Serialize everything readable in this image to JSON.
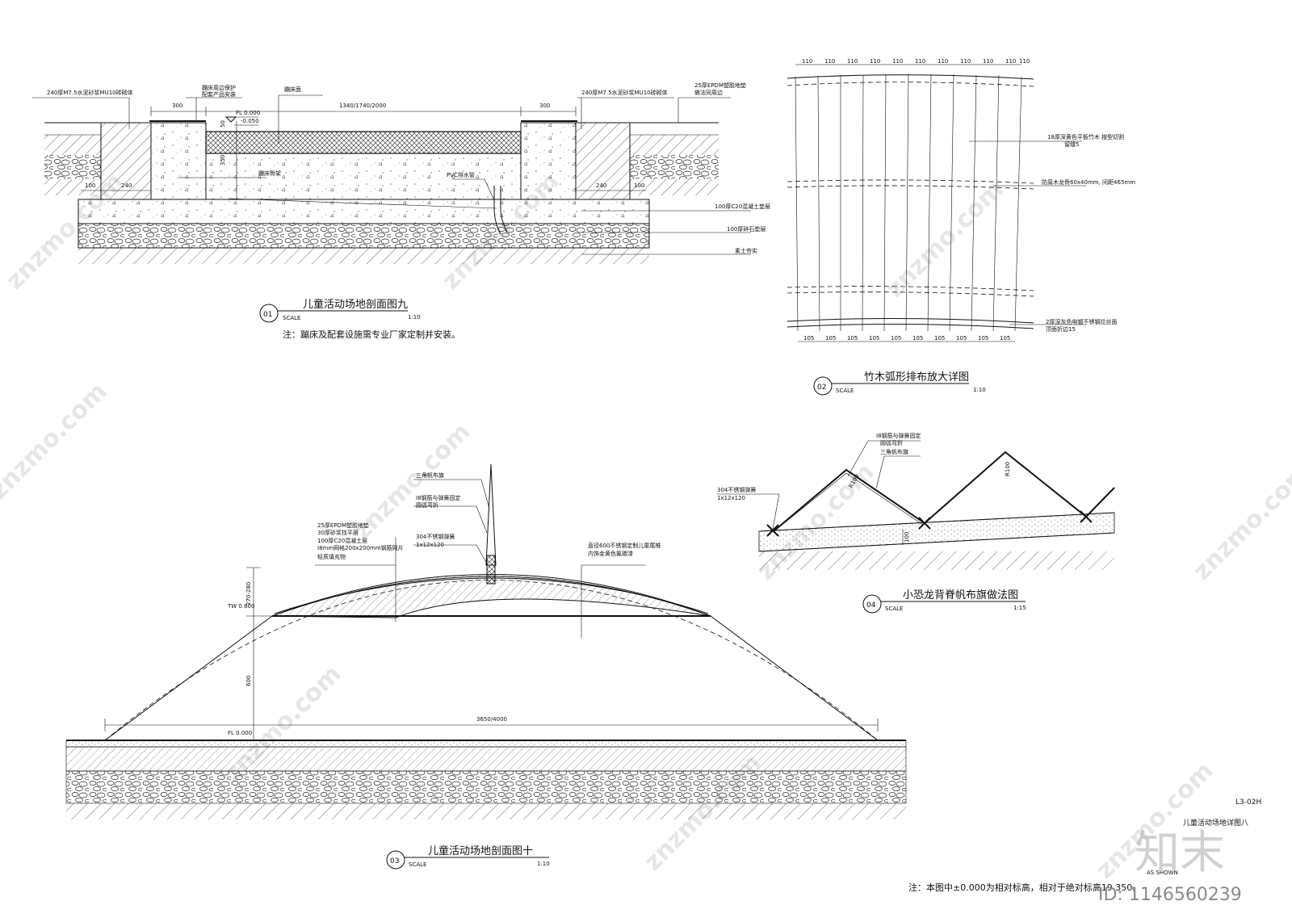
{
  "drawing": {
    "sheet_no": "L3-02H",
    "sheet_title": "儿童活动场地详图八",
    "scale_note": "AS SHOWN",
    "footer_note": "注：本图中±0.000为相对标高，相对于绝对标高19.350。",
    "logo_text": "知末",
    "id_text": "ID: 1146560239",
    "watermark": "znzmo.com"
  },
  "detail01": {
    "num": "01",
    "title": "儿童活动场地剖面图九",
    "scale_label": "SCALE",
    "scale": "1:10",
    "note": "注：蹦床及配套设施需专业厂家定制并安装。",
    "labels": {
      "wall_left": "240厚M7.5水泥砂浆MU10砖砌体",
      "edge_protect_1": "蹦床周边保护",
      "edge_protect_2": "配套产品安装",
      "trampoline_face": "蹦床面",
      "wall_right": "240厚M7.5水泥砂浆MU10砖砌体",
      "epdm_1": "25厚EPDM塑胶地垫",
      "epdm_2": "做法同周边",
      "frame": "蹦床骨架",
      "pvc": "PVC排水管",
      "concrete": "100厚C20混凝土垫层",
      "gravel": "100厚碎石垫层",
      "soil": "素土夯实"
    },
    "dims": {
      "left_300": "300",
      "mid": "1340/1740/2000",
      "right_300": "300",
      "d350": "350",
      "d50": "50",
      "left_240": "240",
      "left_100": "100",
      "right_240": "240",
      "right_100": "100",
      "fl": "FL 0.000",
      "fl2": "-0.050"
    }
  },
  "detail02": {
    "num": "02",
    "title": "竹木弧形排布放大详图",
    "scale_label": "SCALE",
    "scale": "1:10",
    "top_dims": [
      "110",
      "110",
      "110",
      "110",
      "110",
      "110",
      "110",
      "110",
      "110",
      "110",
      "110"
    ],
    "bottom_dims": [
      "105",
      "105",
      "105",
      "105",
      "105",
      "105",
      "105",
      "105",
      "105",
      "105"
    ],
    "labels": {
      "board_1": "18厚深黄色平板竹木  按型切割",
      "board_2": "留缝5",
      "keel": "防腐木龙骨60x40mm, 间距465mm",
      "steel_1": "2厚深灰色电镀不锈钢拉丝面",
      "steel_2": "顶面折边15"
    }
  },
  "detail03": {
    "num": "03",
    "title": "儿童活动场地剖面图十",
    "scale_label": "SCALE",
    "scale": "1:10",
    "labels": {
      "flag": "三角帆布旗",
      "rebar_1": "Ⅰ8钢筋与弹簧固定",
      "rebar_2": "圆弧弯折",
      "spring_1": "304不锈钢弹簧",
      "spring_2": "1x12x120",
      "epdm": "25厚EPDM塑胶地垫",
      "mortar": "30厚砂浆找平层",
      "concrete": "100厚C20混凝土层",
      "mesh": "Ⅰ8mm网格200x200mm钢筋网片",
      "fill": "轻质填充物",
      "tail_1": "直径600不锈钢定制儿童尾椎",
      "tail_2": "内饰金黄色氟碳漆"
    },
    "dims": {
      "tw": "TW 0.600",
      "d600": "600",
      "d_top": "270-280",
      "width": "3650/4000",
      "fl": "FL 0.000"
    }
  },
  "detail04": {
    "num": "04",
    "title": "小恐龙背脊帆布旗做法图",
    "scale_label": "SCALE",
    "scale": "1:15",
    "labels": {
      "rebar_1": "Ⅰ8钢筋与弹簧固定",
      "rebar_2": "圆弧弯折",
      "flag": "三角帆布旗",
      "spring_1": "304不锈钢弹簧",
      "spring_2": "1x12x120",
      "r1": "R100",
      "r2": "R100",
      "d100": "100"
    }
  }
}
